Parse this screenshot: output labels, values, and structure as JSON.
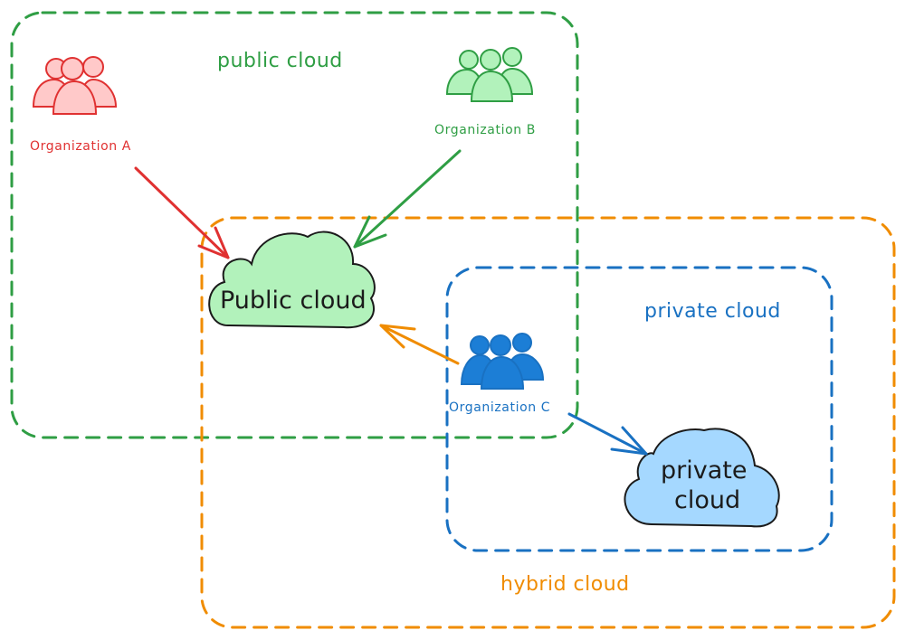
{
  "diagram": {
    "title": "Public, private and hybrid cloud",
    "regions": [
      {
        "id": "public",
        "label": "public cloud",
        "color": "#2f9e44"
      },
      {
        "id": "hybrid",
        "label": "hybrid cloud",
        "color": "#f08c00"
      },
      {
        "id": "private",
        "label": "private cloud",
        "color": "#1971c2"
      }
    ],
    "organizations": [
      {
        "id": "orgA",
        "label": "Organization A",
        "stroke": "#e03131",
        "fill": "#ffc9c9"
      },
      {
        "id": "orgB",
        "label": "Organization B",
        "stroke": "#2f9e44",
        "fill": "#b2f2bb"
      },
      {
        "id": "orgC",
        "label": "Organization C",
        "stroke": "#1971c2",
        "fill": "#1c7ed6"
      }
    ],
    "clouds": [
      {
        "id": "publicCloud",
        "lines": [
          "Public cloud"
        ],
        "fill": "#b2f2bb"
      },
      {
        "id": "privateCloud",
        "lines": [
          "private",
          "cloud"
        ],
        "fill": "#a5d8ff"
      }
    ],
    "edges": [
      {
        "from": "Organization A",
        "to": "Public cloud",
        "color": "#e03131"
      },
      {
        "from": "Organization B",
        "to": "Public cloud",
        "color": "#2f9e44"
      },
      {
        "from": "Organization C",
        "to": "Public cloud",
        "color": "#f08c00"
      },
      {
        "from": "Organization C",
        "to": "private cloud",
        "color": "#1971c2"
      }
    ]
  }
}
